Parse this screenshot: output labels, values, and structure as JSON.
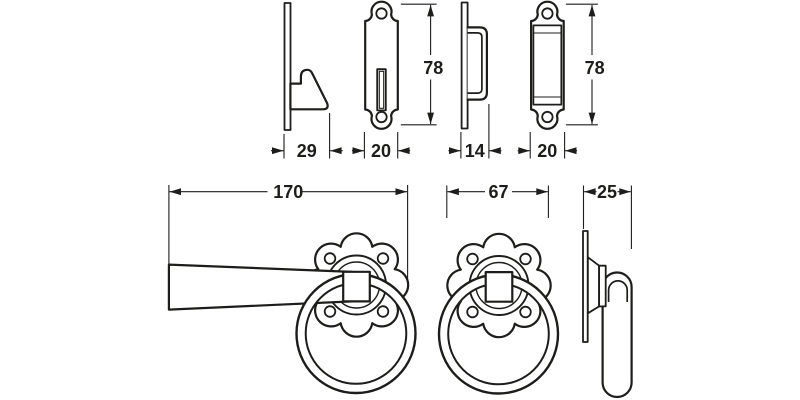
{
  "drawing": {
    "background_color": "#ffffff",
    "line_color": "#1d1d1b",
    "dims": {
      "d29": "29",
      "d20a": "20",
      "d78a": "78",
      "d14": "14",
      "d20b": "20",
      "d78b": "78",
      "d170": "170",
      "d67": "67",
      "d25": "25"
    }
  }
}
